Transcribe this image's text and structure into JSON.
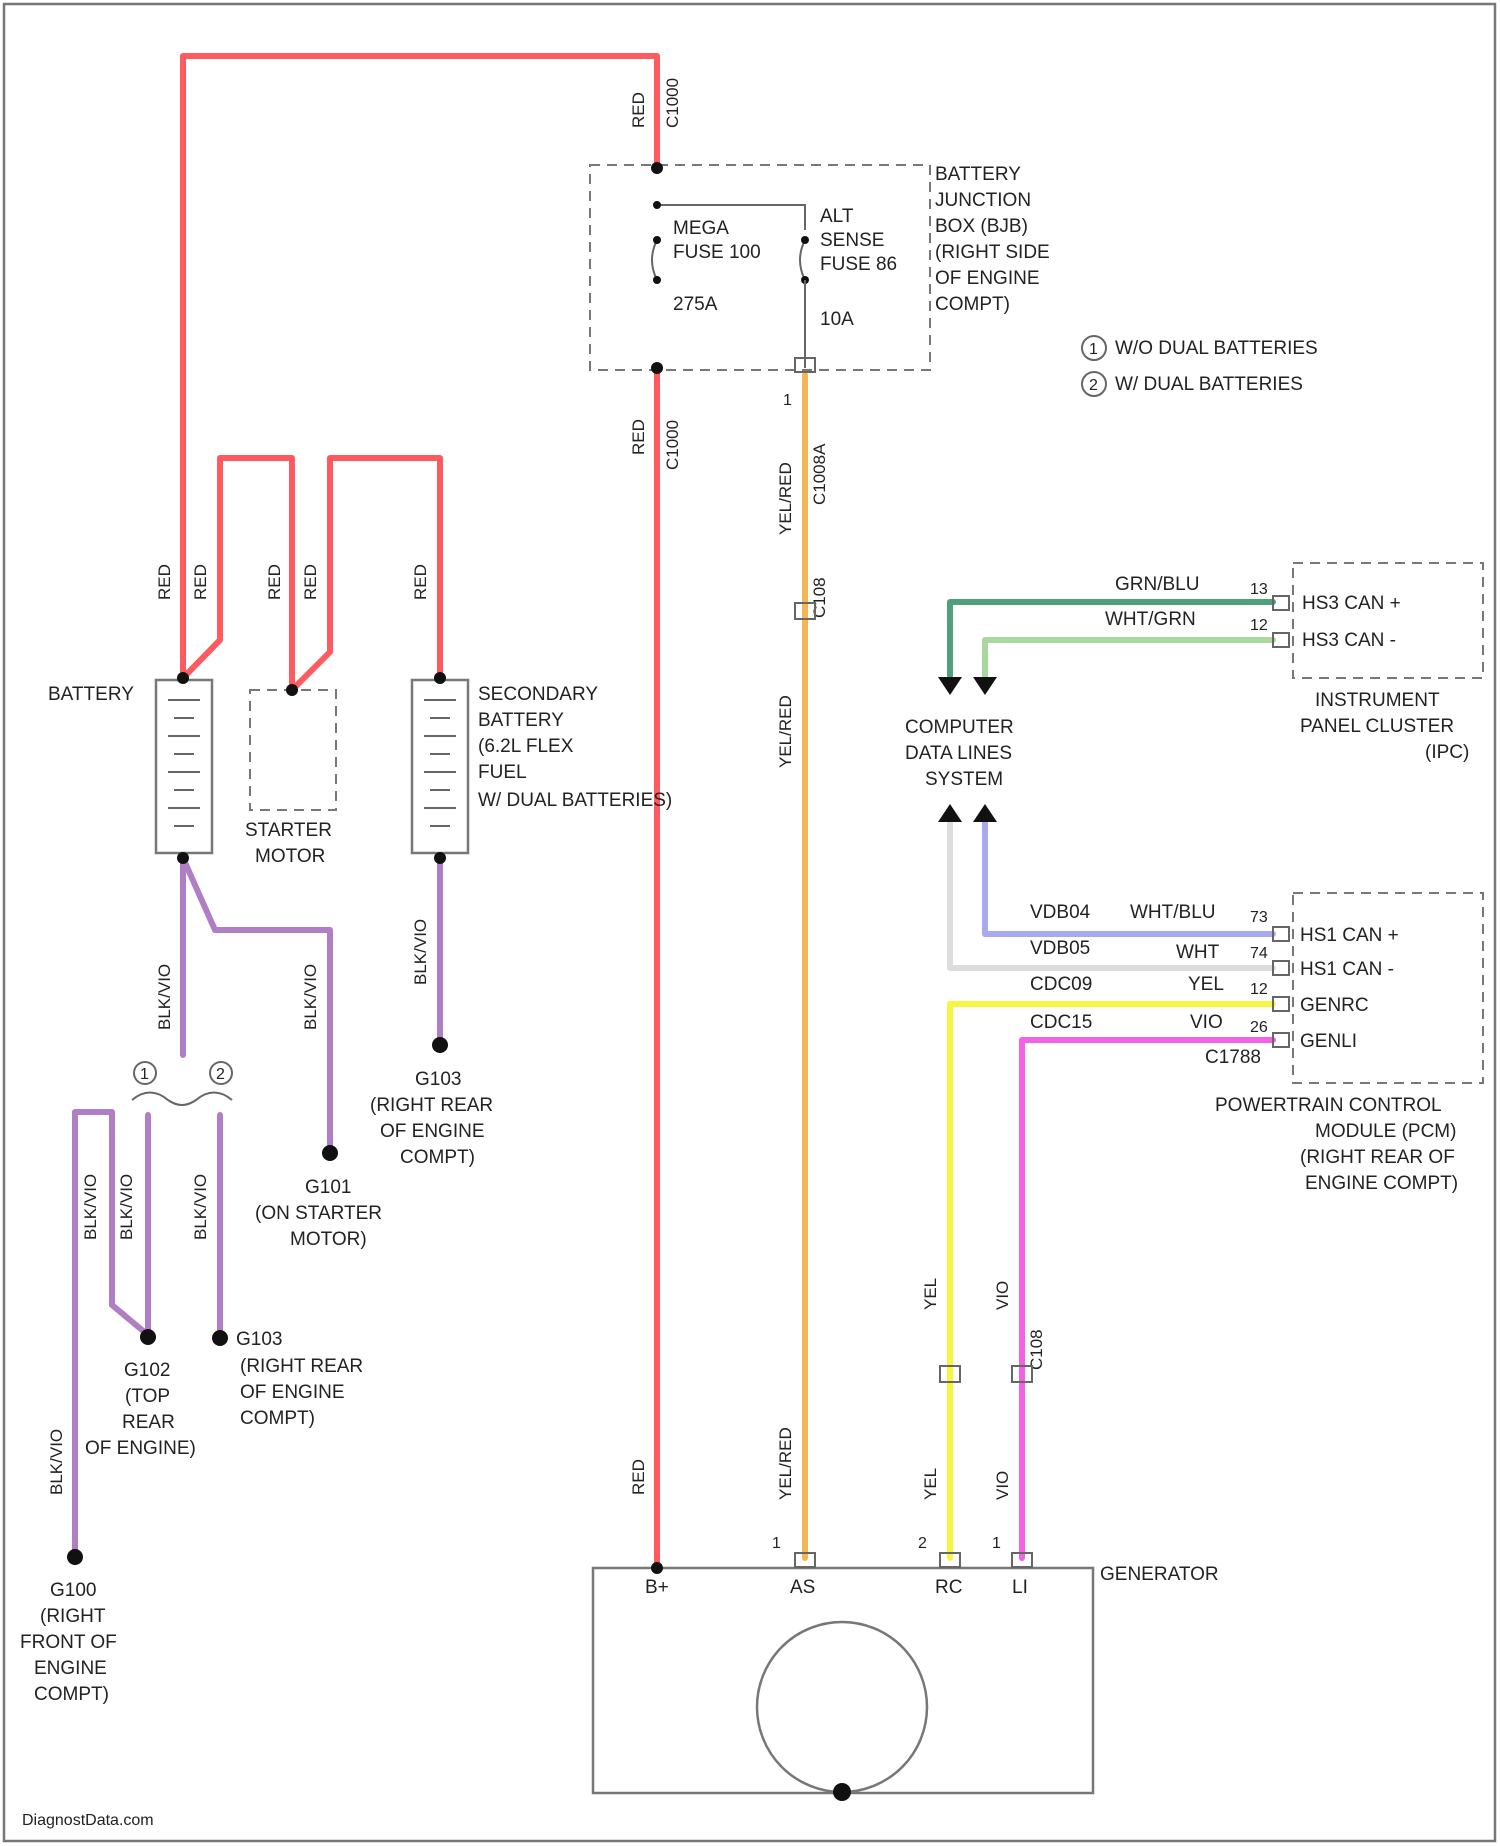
{
  "colors": {
    "red": "#ff5a5f",
    "violet": "#b07ec4",
    "orange": "#f3b657",
    "green": "#4ea07a",
    "light_green": "#a8d8a0",
    "lavender": "#a9a9ee",
    "white_wire": "#dddddd",
    "yellow": "#f5f542",
    "magenta": "#f062e8"
  },
  "junction_box": {
    "title": [
      "BATTERY",
      "JUNCTION",
      "BOX (BJB)",
      "(RIGHT SIDE",
      "OF ENGINE",
      "COMPT)"
    ],
    "mega_fuse": [
      "MEGA",
      "FUSE 100",
      "275A"
    ],
    "alt_fuse": [
      "ALT",
      "SENSE",
      "FUSE 86",
      "10A"
    ],
    "pin_top": "1",
    "pin_bottom": "1"
  },
  "legend": [
    {
      "num": "1",
      "text": "W/O DUAL BATTERIES"
    },
    {
      "num": "2",
      "text": "W/ DUAL BATTERIES"
    }
  ],
  "battery": {
    "label": "BATTERY"
  },
  "starter": {
    "label": [
      "STARTER",
      "MOTOR"
    ]
  },
  "secondary_battery": {
    "label": [
      "SECONDARY",
      "BATTERY",
      "(6.2L FLEX",
      "FUEL",
      "W/ DUAL BATTERIES)"
    ]
  },
  "wire_labels": {
    "red": "RED",
    "blk_vio": "BLK/VIO",
    "yel_red": "YEL/RED",
    "yel": "YEL",
    "vio": "VIO",
    "c1000": "C1000",
    "c1008a": "C1008A",
    "c108": "C108",
    "c108b": "C108"
  },
  "grounds": {
    "g100": [
      "G100",
      "(RIGHT",
      "FRONT OF",
      "ENGINE",
      "COMPT)"
    ],
    "g101": [
      "G101",
      "(ON STARTER",
      "MOTOR)"
    ],
    "g102": [
      "G102",
      "(TOP",
      "REAR",
      "OF ENGINE)"
    ],
    "g103": [
      "G103",
      "(RIGHT REAR",
      "OF ENGINE",
      "COMPT)"
    ],
    "g103b": [
      "G103",
      "(RIGHT REAR",
      "OF ENGINE",
      "COMPT)"
    ]
  },
  "computer": {
    "label": [
      "COMPUTER",
      "DATA LINES",
      "SYSTEM"
    ]
  },
  "ipc": {
    "title": [
      "INSTRUMENT",
      "PANEL CLUSTER",
      "(IPC)"
    ],
    "pins": [
      {
        "wire": "GRN/BLU",
        "num": "13",
        "name": "HS3 CAN +"
      },
      {
        "wire": "WHT/GRN",
        "num": "12",
        "name": "HS3 CAN -"
      }
    ]
  },
  "pcm": {
    "title": [
      "POWERTRAIN CONTROL",
      "MODULE (PCM)",
      "(RIGHT REAR OF",
      "ENGINE COMPT)"
    ],
    "pins": [
      {
        "circuit": "VDB04",
        "wire": "WHT/BLU",
        "num": "73",
        "name": "HS1 CAN +"
      },
      {
        "circuit": "VDB05",
        "wire": "WHT",
        "num": "74",
        "name": "HS1 CAN -"
      },
      {
        "circuit": "CDC09",
        "wire": "YEL",
        "num": "12",
        "name": "GENRC"
      },
      {
        "circuit": "CDC15",
        "wire": "VIO",
        "num": "26",
        "name": "GENLI"
      }
    ],
    "connector": "C1788"
  },
  "generator": {
    "label": "GENERATOR",
    "terminals": [
      "B+",
      "AS",
      "RC",
      "LI"
    ],
    "pin_nums": [
      "2",
      "1",
      "2",
      "1"
    ]
  },
  "watermark": "DiagnostData.com"
}
